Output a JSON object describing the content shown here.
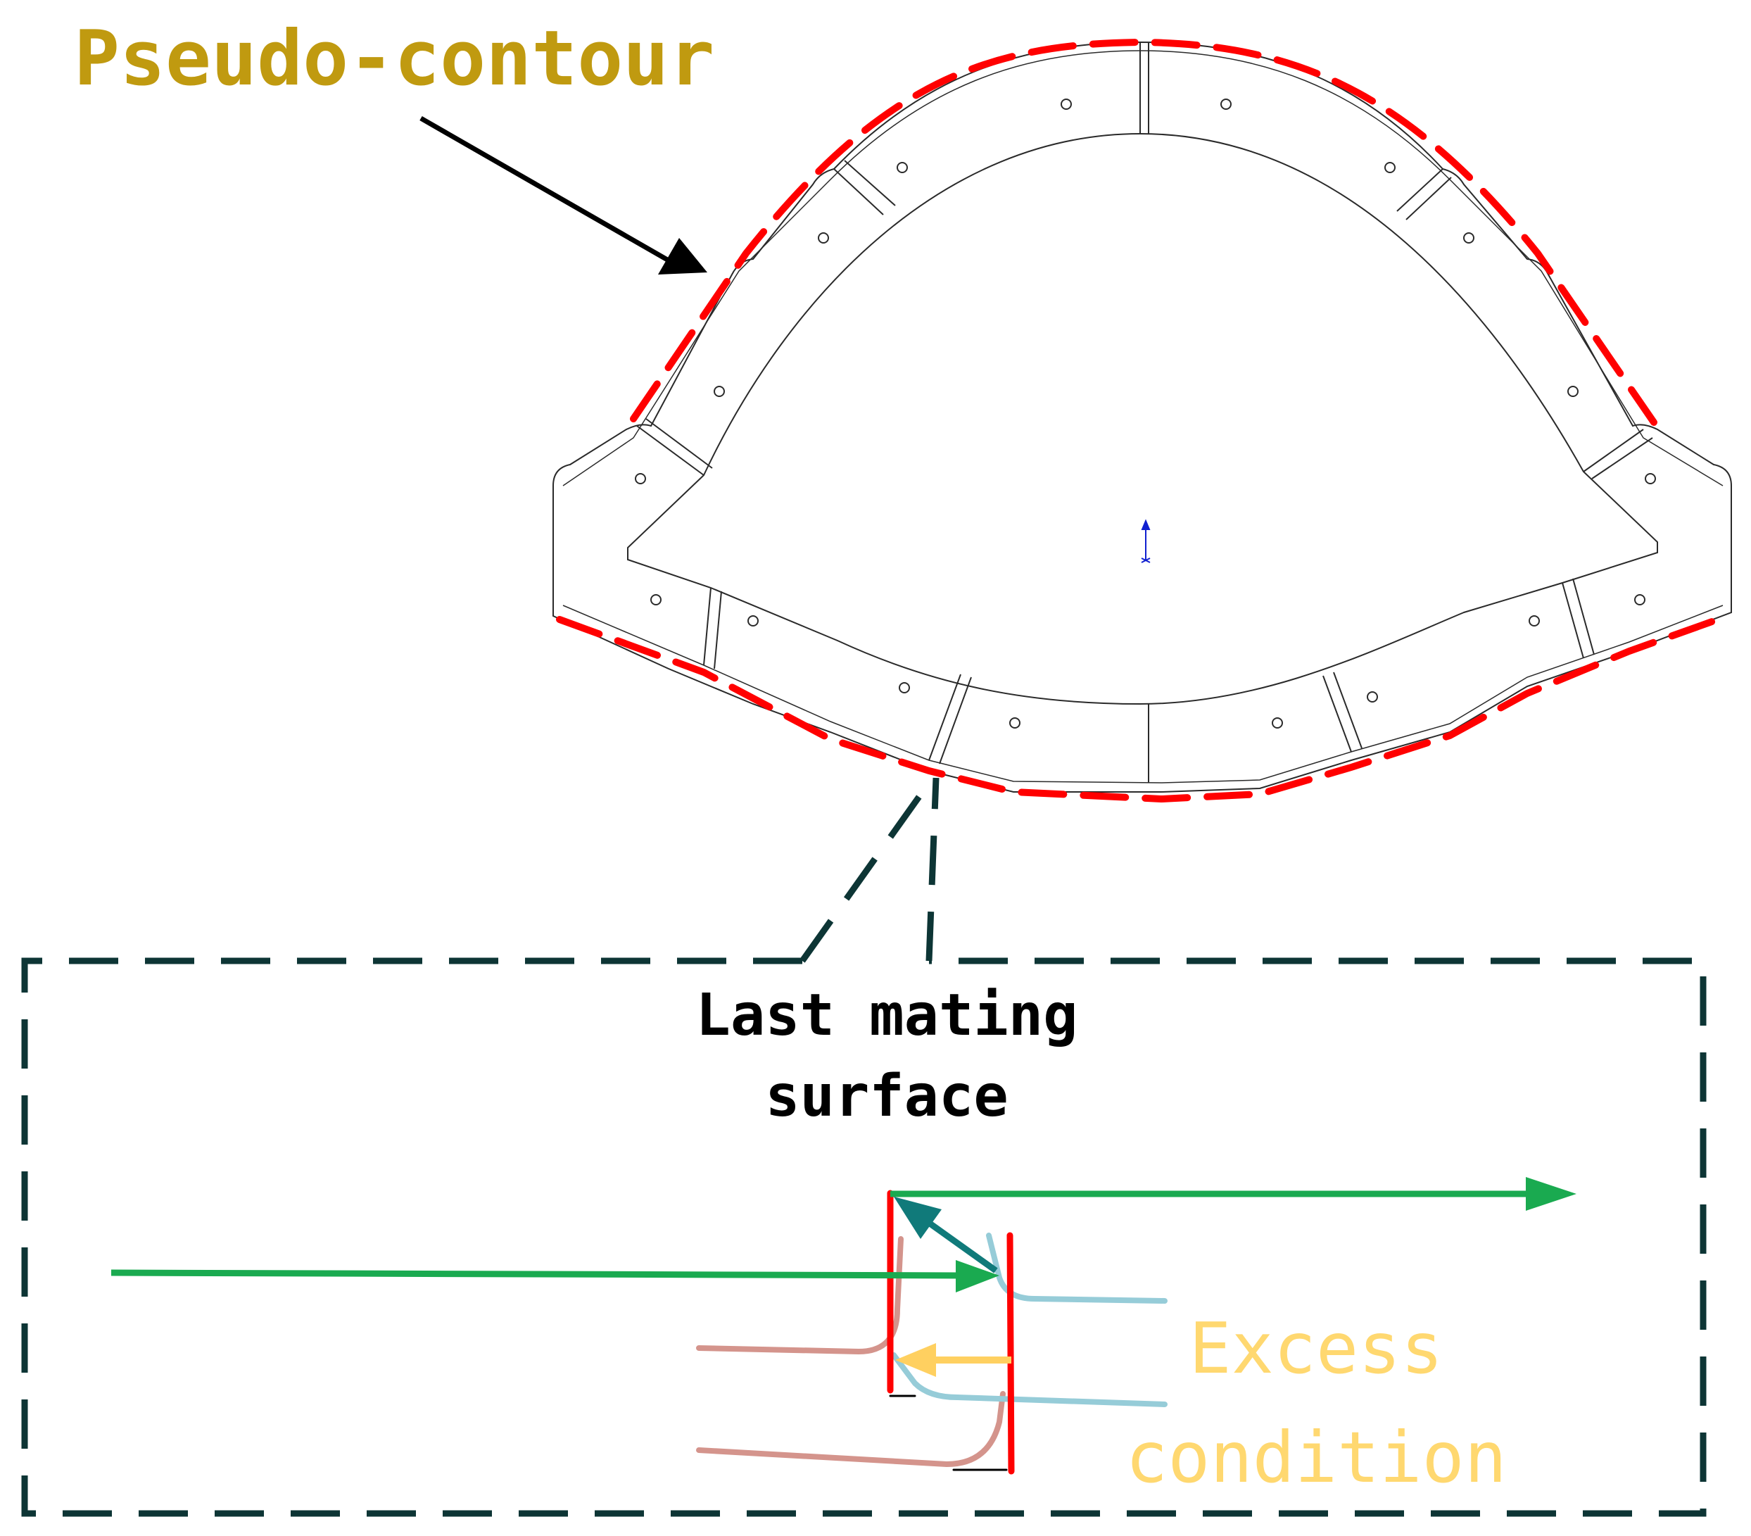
{
  "labels": {
    "pseudo_contour": "Pseudo-contour",
    "last_mating_line1": "Last mating",
    "last_mating_line2": "surface",
    "excess_line1": "Excess",
    "excess_line2": "condition"
  },
  "colors": {
    "pseudo_contour_text": "#c09a10",
    "contour_dash": "#ff0000",
    "callout_dash": "#0d3535",
    "green_arrow": "#1aaa50",
    "teal_arrow": "#107a7a",
    "yellow_arrow": "#ffd060",
    "light_blue": "#96ccd8",
    "rose": "#d4948c",
    "excess_text": "#ffd870",
    "outline": "#2a2a2a",
    "origin_marker": "#1020d0"
  }
}
